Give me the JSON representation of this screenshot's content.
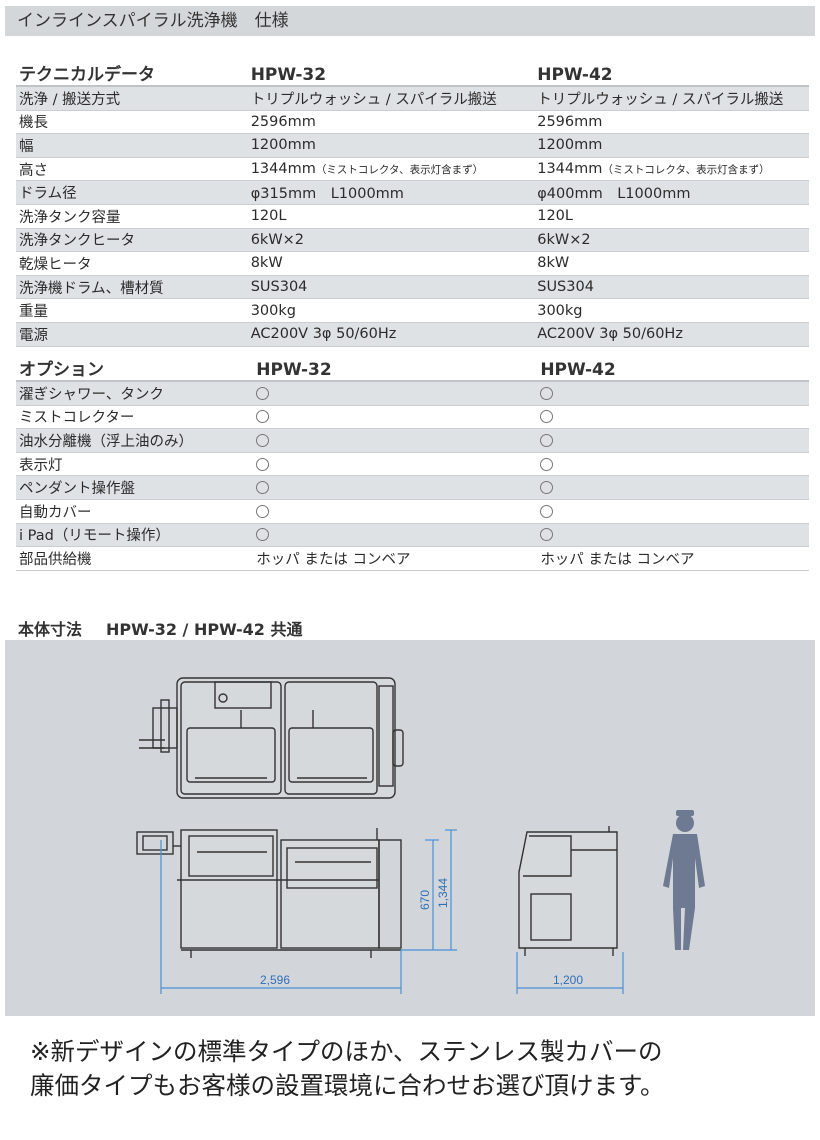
{
  "title": "インラインスパイラル洗浄機　仕様",
  "tech": {
    "header": [
      "テクニカルデータ",
      "HPW-32",
      "HPW-42"
    ],
    "rows": [
      {
        "label": "洗浄 / 搬送方式",
        "v1": "トリプルウォッシュ / スパイラル搬送",
        "v2": "トリプルウォッシュ / スパイラル搬送"
      },
      {
        "label": "機長",
        "v1": "2596mm",
        "v2": "2596mm"
      },
      {
        "label": "幅",
        "v1": "1200mm",
        "v2": "1200mm"
      },
      {
        "label": "高さ",
        "v1": "1344mm",
        "v1_note": "（ミストコレクタ、表示灯含まず）",
        "v2": "1344mm",
        "v2_note": "（ミストコレクタ、表示灯含まず）"
      },
      {
        "label": "ドラム径",
        "v1": "φ315mm　L1000mm",
        "v2": "φ400mm　L1000mm"
      },
      {
        "label": "洗浄タンク容量",
        "v1": "120L",
        "v2": "120L"
      },
      {
        "label": "洗浄タンクヒータ",
        "v1": "6kW×2",
        "v2": "6kW×2"
      },
      {
        "label": "乾燥ヒータ",
        "v1": "8kW",
        "v2": "8kW"
      },
      {
        "label": "洗浄機ドラム、槽材質",
        "v1": "SUS304",
        "v2": "SUS304"
      },
      {
        "label": "重量",
        "v1": "300kg",
        "v2": "300kg"
      },
      {
        "label": "電源",
        "v1": "AC200V 3φ 50/60Hz",
        "v2": "AC200V 3φ 50/60Hz"
      }
    ]
  },
  "options": {
    "header": [
      "オプション",
      "HPW-32",
      "HPW-42"
    ],
    "rows": [
      {
        "label": "濯ぎシャワー、タンク",
        "circle": true
      },
      {
        "label": "ミストコレクター",
        "circle": true
      },
      {
        "label": "油水分離機（浮上油のみ）",
        "circle": true
      },
      {
        "label": "表示灯",
        "circle": true
      },
      {
        "label": "ペンダント操作盤",
        "circle": true
      },
      {
        "label": "自動カバー",
        "circle": true
      },
      {
        "label": "i Pad（リモート操作）",
        "circle": true
      },
      {
        "label": "部品供給機",
        "circle": false,
        "v1": "ホッパ または コンベア",
        "v2": "ホッパ または コンベア"
      }
    ]
  },
  "dimensions": {
    "title": "本体寸法",
    "models": "HPW-32 / HPW-42 共通",
    "width_front": "2,596",
    "width_side": "1,200",
    "height_low": "670",
    "height_total": "1,344"
  },
  "note": {
    "line1": "※新デザインの標準タイプのほか、ステンレス製カバーの",
    "line2": "廉価タイプもお客様の設置環境に合わせお選び頂けます。"
  }
}
